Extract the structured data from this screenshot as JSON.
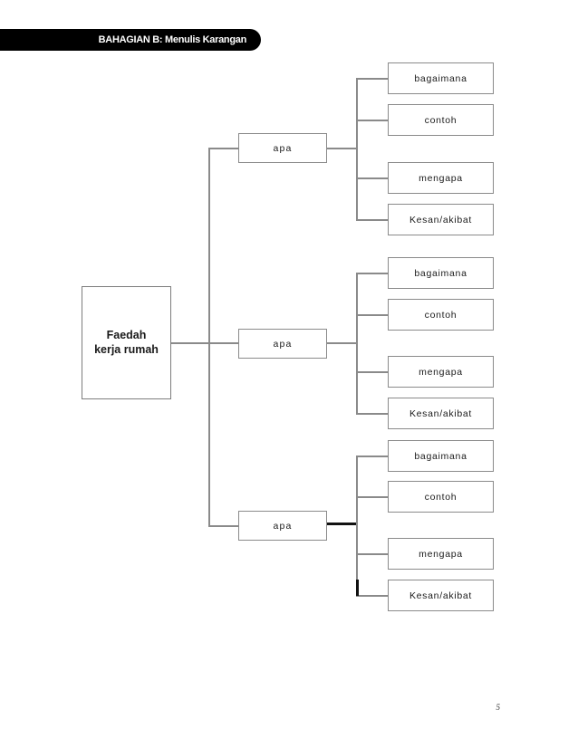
{
  "header": {
    "banner_label": "BAHAGIAN B: Menulis Karangan",
    "background_color": "#000000",
    "text_color": "#ffffff"
  },
  "diagram": {
    "type": "tree",
    "line_color": "#8a8a8a",
    "accent_line_color": "#111111",
    "box_border_color": "#8a8a8a",
    "root": {
      "label_line1": "Faedah",
      "label_line2": "kerja rumah"
    },
    "branches": [
      {
        "id": "branch-1",
        "label": "apa",
        "leaves": [
          {
            "label": "bagaimana"
          },
          {
            "label": "contoh"
          },
          {
            "label": "mengapa"
          },
          {
            "label": "Kesan/akibat"
          }
        ]
      },
      {
        "id": "branch-2",
        "label": "apa",
        "leaves": [
          {
            "label": "bagaimana"
          },
          {
            "label": "contoh"
          },
          {
            "label": "mengapa"
          },
          {
            "label": "Kesan/akibat"
          }
        ]
      },
      {
        "id": "branch-3",
        "label": "apa",
        "leaves": [
          {
            "label": "bagaimana"
          },
          {
            "label": "contoh"
          },
          {
            "label": "mengapa"
          },
          {
            "label": "Kesan/akibat"
          }
        ]
      }
    ]
  },
  "footer": {
    "page_number": "5"
  }
}
